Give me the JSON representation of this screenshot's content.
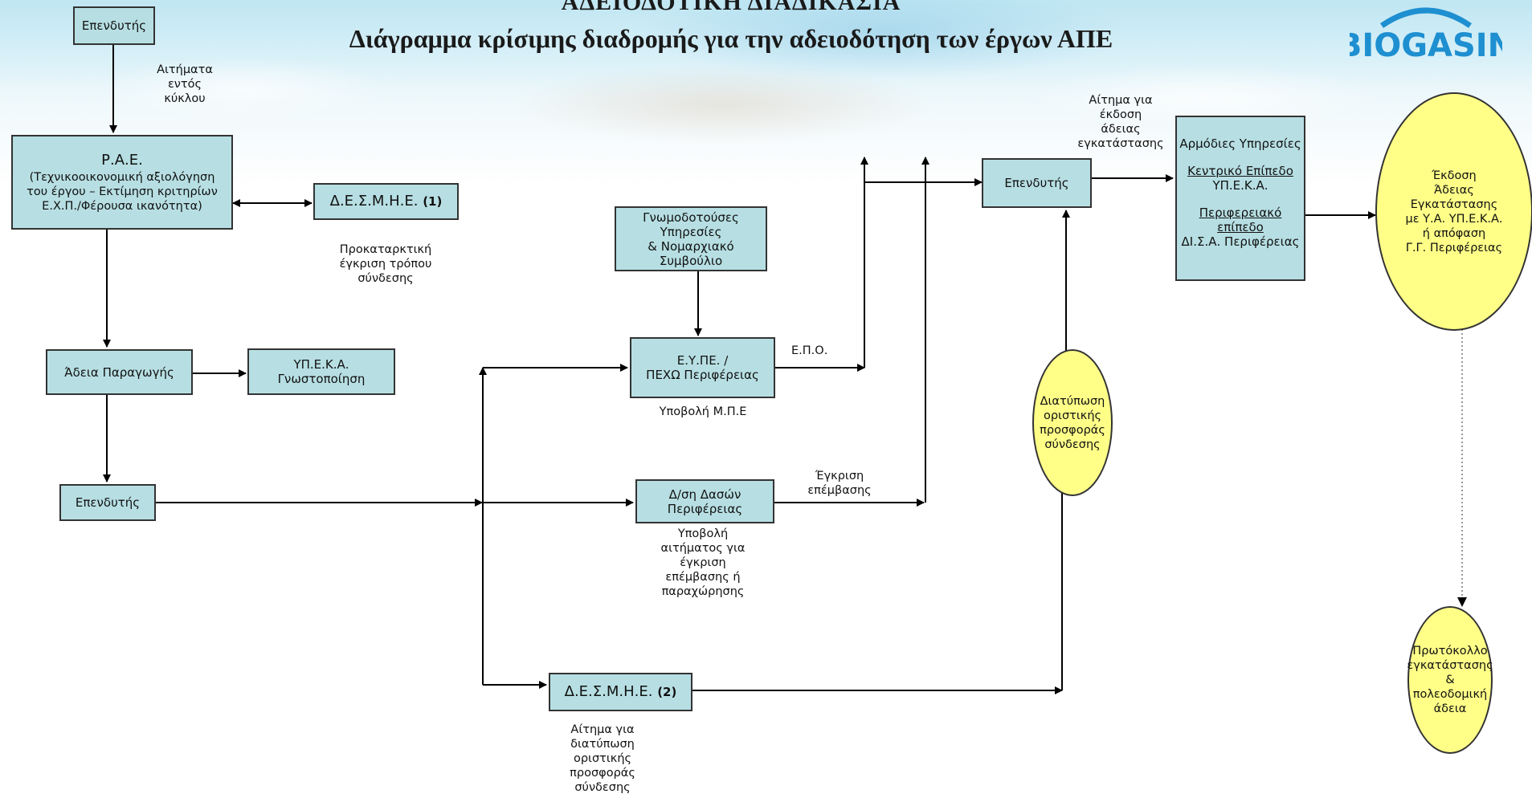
{
  "header": {
    "title": "ΑΔΕΙΟΔΟΤΙΚΗ ΔΙΑΔΙΚΑΣΙΑ",
    "subtitle": "Διάγραμμα κρίσιμης διαδρομής για την αδειοδότηση των έργων ΑΠΕ"
  },
  "logo": {
    "text": "BIOGASIN",
    "colors": {
      "text": "#1e8fd0",
      "arc": "#1e8fd0"
    }
  },
  "colors": {
    "box": "#b7dfe3",
    "ellipse": "#ffff88",
    "arrow": "#000000"
  },
  "boxes": {
    "investor_top": "Επενδυτής",
    "pae_title": "Ρ.Α.Ε.",
    "pae_desc": "(Τεχνικοοικονομική αξιολόγηση\nτου έργου – Εκτίμηση κριτηρίων\nΕ.Χ.Π./Φέρουσα ικανότητα)",
    "desmie1": "Δ.Ε.Σ.Μ.Η.Ε.",
    "desmie1_num": "(1)",
    "production_license": "Άδεια Παραγωγής",
    "ypeka_notice": "ΥΠ.Ε.Κ.Α.\nΓνωστοποίηση",
    "investor_mid": "Επενδυτής",
    "advisory": "Γνωμοδοτούσες Υπηρεσίες\n& Νομαρχιακό Συμβούλιο",
    "eype": "Ε.Υ.ΠΕ. /\nΠΕΧΩ Περιφέρειας",
    "forests": "Δ/ση Δασών\nΠεριφέρειας",
    "desmie2": "Δ.Ε.Σ.Μ.Η.Ε.",
    "desmie2_num": "(2)",
    "investor_right": "Επενδυτής",
    "authorities_title": "Αρμόδιες Υπηρεσίες",
    "central_level": "Κεντρικό Επίπεδο",
    "central_body": "ΥΠ.Ε.Κ.Α.",
    "regional_level": "Περιφερειακό επίπεδο",
    "regional_body": "ΔΙ.Σ.Α. Περιφέρειας"
  },
  "ellipses": {
    "final_offer": "Διατύπωση\nοριστικής\nπροσφοράς\nσύνδεσης",
    "install_license": "Έκδοση\nΆδειας\nΕγκατάστασης\nμε Υ.Α. ΥΠ.Ε.Κ.Α.\nή απόφαση\nΓ.Γ. Περιφέρειας",
    "protocol": "Πρωτόκολλο\nεγκατάστασης\n& πολεοδομική\nάδεια"
  },
  "labels": {
    "requests_cycle": "Αιτήματα\nεντός\nκύκλου",
    "prelim_approval": "Προκαταρκτική\nέγκριση τρόπου\nσύνδεσης",
    "epo": "Ε.Π.Ο.",
    "submit_mpe": "Υποβολή Μ.Π.Ε",
    "approve_intervention": "Έγκριση\nεπέμβασης",
    "submit_request": "Υποβολή\nαιτήματος για\nέγκριση\nεπέμβασης ή\nπαραχώρησης",
    "final_offer_request": "Αίτημα για\nδιατύπωση\nοριστικής\nπροσφοράς\nσύνδεσης",
    "install_request": "Αίτημα για\nέκδοση\nάδειας\nεγκατάστασης"
  }
}
